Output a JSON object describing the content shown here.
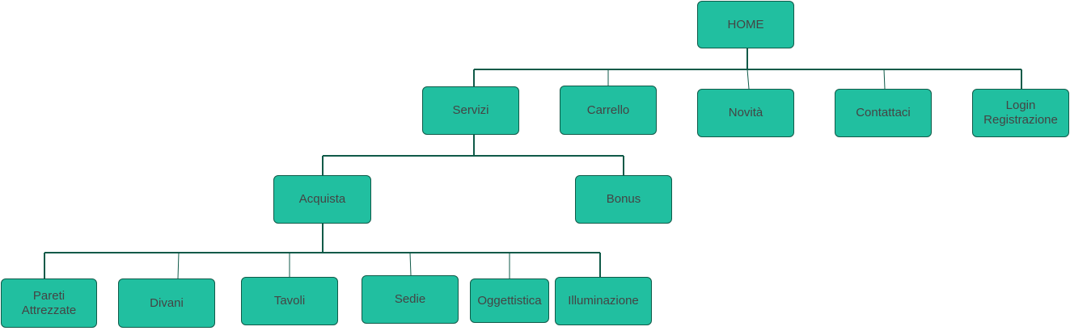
{
  "colors": {
    "node_fill": "#21bfa0",
    "node_border": "#0f5a48",
    "connector": "#0f5a48",
    "label": "#444444"
  },
  "sitemap": {
    "home": "HOME",
    "level1": {
      "servizi": "Servizi",
      "carrello": "Carrello",
      "novita": "Novità",
      "contattaci": "Contattaci",
      "login": "Login\nRegistrazione"
    },
    "servizi_children": {
      "acquista": "Acquista",
      "bonus": "Bonus"
    },
    "acquista_children": {
      "pareti": "Pareti\nAttrezzate",
      "divani": "Divani",
      "tavoli": "Tavoli",
      "sedie": "Sedie",
      "oggettistica": "Oggettistica",
      "illuminazione": "Illuminazione"
    }
  }
}
